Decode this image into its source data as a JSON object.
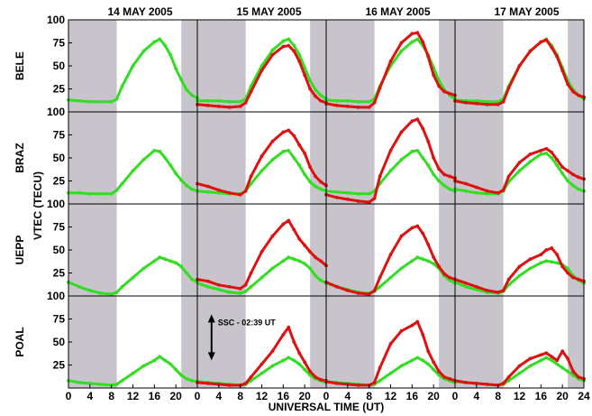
{
  "chart_data": {
    "type": "scatter",
    "columns": [
      "14 MAY 2005",
      "15 MAY 2005",
      "16 MAY 2005",
      "17 MAY 2005"
    ],
    "stations": [
      "BELE",
      "BRAZ",
      "UEPP",
      "POAL"
    ],
    "ylabel": "VTEC (TECU)",
    "xlabel": "UNIVERSAL TIME (UT)",
    "x_ticks": [
      0,
      4,
      8,
      12,
      16,
      20,
      0,
      4,
      8,
      12,
      16,
      20,
      0,
      4,
      8,
      12,
      16,
      20,
      0,
      4,
      8,
      12,
      16,
      20,
      24
    ],
    "y_ticks_top": [
      25,
      50,
      75,
      100
    ],
    "y_ticks_other": [
      25,
      50,
      75
    ],
    "y_tick_100_row": 100,
    "xlim": [
      0,
      24
    ],
    "ylim": [
      0,
      100
    ],
    "night_shading_hours": [
      [
        0,
        9
      ],
      [
        21,
        24
      ]
    ],
    "colors": {
      "quiet": "#33dd22",
      "storm": "#dd1111",
      "night": "#c8c4cc"
    },
    "annotation": {
      "text": "SSC - 02:39 UT",
      "station": "POAL",
      "column": 1,
      "x": 2.65,
      "y_from": 30,
      "y_to": 80
    },
    "series": [
      {
        "station": "BELE",
        "column": 0,
        "kind": "quiet",
        "x": [
          0,
          2,
          4,
          6,
          8,
          9,
          10,
          12,
          14,
          16,
          17,
          18,
          19,
          20,
          21,
          22,
          23,
          24
        ],
        "y": [
          13,
          12,
          11,
          11,
          11,
          14,
          28,
          50,
          66,
          76,
          79,
          72,
          62,
          47,
          35,
          24,
          18,
          15
        ]
      },
      {
        "station": "BELE",
        "column": 1,
        "kind": "quiet",
        "x": [
          0,
          2,
          4,
          6,
          8,
          9,
          10,
          12,
          14,
          16,
          17,
          18,
          19,
          20,
          21,
          22,
          23,
          24
        ],
        "y": [
          12,
          12,
          12,
          11,
          11,
          14,
          28,
          50,
          67,
          77,
          79,
          72,
          62,
          48,
          34,
          24,
          18,
          14
        ]
      },
      {
        "station": "BELE",
        "column": 1,
        "kind": "storm",
        "x": [
          0,
          2,
          4,
          6,
          8,
          9,
          10,
          12,
          14,
          16,
          17,
          18,
          19,
          20,
          21,
          22,
          23,
          24
        ],
        "y": [
          8,
          7,
          6,
          5,
          6,
          10,
          22,
          45,
          62,
          71,
          72,
          66,
          55,
          40,
          25,
          17,
          12,
          10
        ]
      },
      {
        "station": "BELE",
        "column": 2,
        "kind": "quiet",
        "x": [
          0,
          2,
          4,
          6,
          8,
          9,
          10,
          12,
          14,
          16,
          17,
          18,
          19,
          20,
          21,
          22,
          23,
          24
        ],
        "y": [
          13,
          12,
          12,
          11,
          11,
          14,
          28,
          50,
          66,
          76,
          79,
          72,
          62,
          48,
          34,
          24,
          18,
          14
        ]
      },
      {
        "station": "BELE",
        "column": 2,
        "kind": "storm",
        "x": [
          0,
          2,
          4,
          6,
          8,
          9,
          10,
          12,
          14,
          16,
          17,
          18,
          19,
          20,
          21,
          22,
          23,
          24
        ],
        "y": [
          9,
          7,
          6,
          5,
          5,
          10,
          26,
          55,
          75,
          85,
          86,
          76,
          60,
          40,
          28,
          22,
          20,
          18
        ]
      },
      {
        "station": "BELE",
        "column": 3,
        "kind": "quiet",
        "x": [
          0,
          2,
          4,
          6,
          8,
          9,
          10,
          12,
          14,
          16,
          17,
          18,
          19,
          20,
          21,
          22,
          23,
          24
        ],
        "y": [
          13,
          12,
          12,
          11,
          11,
          14,
          28,
          50,
          66,
          76,
          79,
          72,
          62,
          48,
          34,
          24,
          18,
          14
        ]
      },
      {
        "station": "BELE",
        "column": 3,
        "kind": "storm",
        "x": [
          0,
          2,
          4,
          6,
          8,
          9,
          10,
          12,
          14,
          16,
          17,
          18,
          19,
          20,
          21,
          22,
          23,
          24
        ],
        "y": [
          12,
          10,
          9,
          8,
          8,
          11,
          26,
          50,
          66,
          76,
          78,
          70,
          60,
          45,
          30,
          22,
          18,
          16
        ]
      },
      {
        "station": "BRAZ",
        "column": 0,
        "kind": "quiet",
        "x": [
          0,
          2,
          4,
          6,
          8,
          9,
          10,
          12,
          14,
          16,
          17,
          18,
          19,
          20,
          21,
          22,
          23,
          24
        ],
        "y": [
          12,
          12,
          11,
          11,
          11,
          15,
          22,
          36,
          48,
          58,
          57,
          50,
          42,
          33,
          26,
          20,
          16,
          14
        ]
      },
      {
        "station": "BRAZ",
        "column": 1,
        "kind": "quiet",
        "x": [
          0,
          2,
          4,
          6,
          8,
          9,
          10,
          12,
          14,
          16,
          17,
          18,
          19,
          20,
          21,
          22,
          23,
          24
        ],
        "y": [
          14,
          13,
          12,
          11,
          11,
          14,
          22,
          36,
          48,
          57,
          58,
          50,
          42,
          32,
          24,
          19,
          16,
          14
        ]
      },
      {
        "station": "BRAZ",
        "column": 1,
        "kind": "storm",
        "x": [
          0,
          2,
          4,
          6,
          8,
          9,
          10,
          12,
          14,
          16,
          17,
          18,
          19,
          20,
          21,
          22,
          23,
          24
        ],
        "y": [
          22,
          19,
          15,
          12,
          10,
          14,
          30,
          52,
          68,
          78,
          80,
          74,
          64,
          55,
          40,
          30,
          24,
          20
        ]
      },
      {
        "station": "BRAZ",
        "column": 2,
        "kind": "quiet",
        "x": [
          0,
          2,
          4,
          6,
          8,
          9,
          10,
          12,
          14,
          16,
          17,
          18,
          19,
          20,
          21,
          22,
          23,
          24
        ],
        "y": [
          14,
          13,
          12,
          11,
          11,
          14,
          22,
          36,
          48,
          57,
          58,
          50,
          42,
          32,
          25,
          20,
          16,
          14
        ]
      },
      {
        "station": "BRAZ",
        "column": 2,
        "kind": "storm",
        "x": [
          0,
          2,
          4,
          6,
          8,
          9,
          10,
          12,
          14,
          16,
          17,
          18,
          19,
          20,
          21,
          22,
          23,
          24
        ],
        "y": [
          10,
          7,
          5,
          3,
          2,
          6,
          30,
          58,
          78,
          90,
          92,
          82,
          68,
          50,
          38,
          32,
          30,
          28
        ]
      },
      {
        "station": "BRAZ",
        "column": 3,
        "kind": "quiet",
        "x": [
          0,
          2,
          4,
          6,
          8,
          9,
          10,
          12,
          14,
          16,
          17,
          18,
          19,
          20,
          21,
          22,
          23,
          24
        ],
        "y": [
          16,
          14,
          12,
          11,
          11,
          14,
          24,
          36,
          46,
          54,
          55,
          50,
          42,
          33,
          25,
          20,
          16,
          14
        ]
      },
      {
        "station": "BRAZ",
        "column": 3,
        "kind": "storm",
        "x": [
          0,
          2,
          4,
          6,
          8,
          9,
          10,
          12,
          14,
          16,
          17,
          18,
          19,
          20,
          21,
          22,
          23,
          24
        ],
        "y": [
          25,
          22,
          18,
          14,
          12,
          15,
          30,
          45,
          54,
          58,
          60,
          56,
          48,
          40,
          36,
          32,
          29,
          27
        ]
      },
      {
        "station": "UEPP",
        "column": 0,
        "kind": "quiet",
        "x": [
          0,
          2,
          4,
          6,
          8,
          9,
          10,
          12,
          14,
          16,
          17,
          18,
          19,
          20,
          21,
          22,
          23,
          24
        ],
        "y": [
          15,
          10,
          6,
          3,
          2,
          4,
          10,
          20,
          30,
          38,
          42,
          40,
          38,
          36,
          32,
          25,
          18,
          15
        ]
      },
      {
        "station": "UEPP",
        "column": 1,
        "kind": "quiet",
        "x": [
          0,
          2,
          4,
          6,
          8,
          9,
          10,
          12,
          14,
          16,
          17,
          18,
          19,
          20,
          21,
          22,
          23,
          24
        ],
        "y": [
          14,
          10,
          7,
          4,
          3,
          5,
          10,
          20,
          30,
          38,
          42,
          40,
          38,
          35,
          30,
          22,
          17,
          14
        ]
      },
      {
        "station": "UEPP",
        "column": 1,
        "kind": "storm",
        "x": [
          0,
          2,
          4,
          6,
          8,
          9,
          10,
          12,
          14,
          16,
          17,
          18,
          19,
          20,
          21,
          22,
          23,
          24
        ],
        "y": [
          18,
          16,
          12,
          10,
          8,
          12,
          25,
          48,
          65,
          78,
          82,
          72,
          62,
          55,
          48,
          42,
          38,
          33
        ]
      },
      {
        "station": "UEPP",
        "column": 2,
        "kind": "quiet",
        "x": [
          0,
          2,
          4,
          6,
          8,
          9,
          10,
          12,
          14,
          16,
          17,
          18,
          19,
          20,
          21,
          22,
          23,
          24
        ],
        "y": [
          14,
          10,
          7,
          4,
          3,
          5,
          10,
          20,
          30,
          38,
          42,
          40,
          38,
          35,
          30,
          22,
          17,
          14
        ]
      },
      {
        "station": "UEPP",
        "column": 2,
        "kind": "storm",
        "x": [
          0,
          2,
          4,
          6,
          8,
          9,
          10,
          12,
          14,
          16,
          17,
          18,
          19,
          20,
          21,
          22,
          23,
          24
        ],
        "y": [
          15,
          10,
          6,
          3,
          2,
          6,
          20,
          45,
          65,
          74,
          76,
          68,
          56,
          42,
          32,
          24,
          20,
          18
        ]
      },
      {
        "station": "UEPP",
        "column": 3,
        "kind": "quiet",
        "x": [
          0,
          2,
          4,
          6,
          8,
          9,
          10,
          12,
          14,
          16,
          17,
          18,
          19,
          20,
          21,
          22,
          23,
          24
        ],
        "y": [
          15,
          10,
          7,
          4,
          3,
          5,
          12,
          22,
          30,
          36,
          38,
          37,
          36,
          34,
          30,
          22,
          17,
          14
        ]
      },
      {
        "station": "UEPP",
        "column": 3,
        "kind": "storm",
        "x": [
          0,
          2,
          4,
          6,
          8,
          9,
          10,
          12,
          14,
          16,
          17,
          18,
          19,
          20,
          21,
          22,
          23,
          24
        ],
        "y": [
          18,
          14,
          10,
          6,
          4,
          6,
          18,
          32,
          40,
          45,
          50,
          52,
          45,
          32,
          25,
          20,
          18,
          16
        ]
      },
      {
        "station": "POAL",
        "column": 0,
        "kind": "quiet",
        "x": [
          0,
          2,
          4,
          6,
          8,
          9,
          10,
          12,
          14,
          16,
          17,
          18,
          19,
          20,
          21,
          22,
          23,
          24
        ],
        "y": [
          8,
          6,
          5,
          4,
          3,
          4,
          8,
          16,
          24,
          30,
          34,
          30,
          26,
          20,
          14,
          10,
          8,
          7
        ]
      },
      {
        "station": "POAL",
        "column": 1,
        "kind": "quiet",
        "x": [
          0,
          2,
          4,
          6,
          8,
          9,
          10,
          12,
          14,
          16,
          17,
          18,
          19,
          20,
          21,
          22,
          23,
          24
        ],
        "y": [
          7,
          6,
          5,
          4,
          3,
          4,
          8,
          16,
          24,
          30,
          33,
          30,
          26,
          20,
          14,
          10,
          8,
          6
        ]
      },
      {
        "station": "POAL",
        "column": 1,
        "kind": "storm",
        "x": [
          0,
          2,
          4,
          6,
          8,
          9,
          10,
          12,
          14,
          16,
          17,
          18,
          19,
          20,
          21,
          22,
          23,
          24
        ],
        "y": [
          6,
          5,
          4,
          3,
          3,
          5,
          12,
          26,
          40,
          58,
          66,
          50,
          38,
          28,
          18,
          12,
          9,
          8
        ]
      },
      {
        "station": "POAL",
        "column": 2,
        "kind": "quiet",
        "x": [
          0,
          2,
          4,
          6,
          8,
          9,
          10,
          12,
          14,
          16,
          17,
          18,
          19,
          20,
          21,
          22,
          23,
          24
        ],
        "y": [
          7,
          6,
          5,
          4,
          3,
          4,
          8,
          16,
          24,
          30,
          33,
          30,
          26,
          20,
          14,
          10,
          8,
          6
        ]
      },
      {
        "station": "POAL",
        "column": 2,
        "kind": "storm",
        "x": [
          0,
          2,
          4,
          6,
          8,
          9,
          10,
          12,
          14,
          16,
          17,
          18,
          19,
          20,
          21,
          22,
          23,
          24
        ],
        "y": [
          7,
          5,
          4,
          3,
          3,
          6,
          22,
          48,
          62,
          68,
          72,
          58,
          40,
          28,
          18,
          12,
          10,
          8
        ]
      },
      {
        "station": "POAL",
        "column": 3,
        "kind": "quiet",
        "x": [
          0,
          2,
          4,
          6,
          8,
          9,
          10,
          12,
          14,
          16,
          17,
          18,
          19,
          20,
          21,
          22,
          23,
          24
        ],
        "y": [
          7,
          6,
          5,
          4,
          3,
          4,
          8,
          16,
          24,
          30,
          33,
          30,
          26,
          22,
          18,
          14,
          10,
          8
        ]
      },
      {
        "station": "POAL",
        "column": 3,
        "kind": "storm",
        "x": [
          0,
          2,
          4,
          6,
          8,
          9,
          10,
          12,
          14,
          16,
          17,
          18,
          19,
          20,
          21,
          22,
          23,
          24
        ],
        "y": [
          8,
          6,
          5,
          4,
          3,
          5,
          12,
          24,
          32,
          36,
          38,
          34,
          30,
          40,
          32,
          18,
          12,
          10
        ]
      }
    ]
  }
}
